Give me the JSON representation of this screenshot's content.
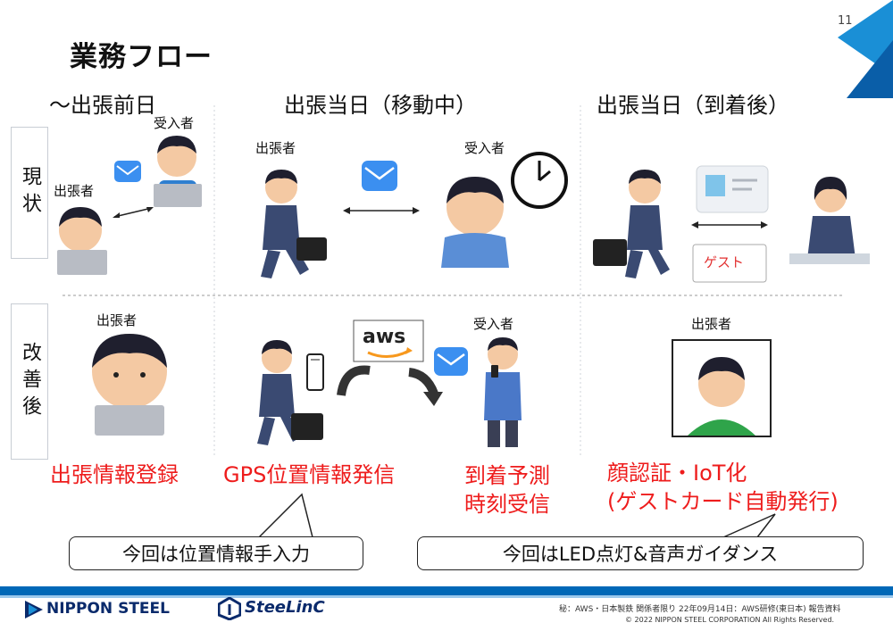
{
  "page_number": "11",
  "title": "業務フロー",
  "columns": [
    "〜出張前日",
    "出張当日（移動中）",
    "出張当日（到着後）"
  ],
  "rows": [
    "現状",
    "改善後"
  ],
  "labels": {
    "traveler": "出張者",
    "receiver": "受入者",
    "guest": "ゲスト",
    "aws": "aws"
  },
  "improvements": {
    "register": "出張情報登録",
    "gps": "GPS位置情報発信",
    "arrival_line1": "到着予測",
    "arrival_line2": "時刻受信",
    "face_line1": "顔認証・IoT化",
    "face_line2": "(ゲストカード自動発行)"
  },
  "callouts": {
    "left": "今回は位置情報手入力",
    "right": "今回はLED点灯&音声ガイダンス"
  },
  "footer": {
    "logo_nippon": "NIPPON STEEL",
    "logo_steellinc": "SteeLinC",
    "confidential": "秘：AWS・日本製鉄 関係者限り 22年09月14日：AWS研修(東日本) 報告資料",
    "copyright": "© 2022 NIPPON STEEL CORPORATION All Rights Reserved."
  },
  "colors": {
    "accent_blue": "#0068b7",
    "improvement_red": "#ee1c1c"
  }
}
